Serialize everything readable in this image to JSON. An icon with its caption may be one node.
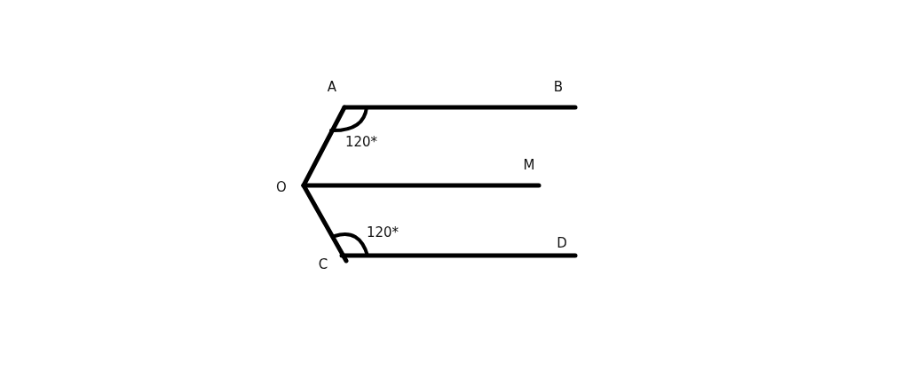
{
  "diagram": {
    "labels": [
      "A",
      "B",
      "120*",
      "O",
      "M",
      "120*",
      "C",
      "D"
    ]
  }
}
